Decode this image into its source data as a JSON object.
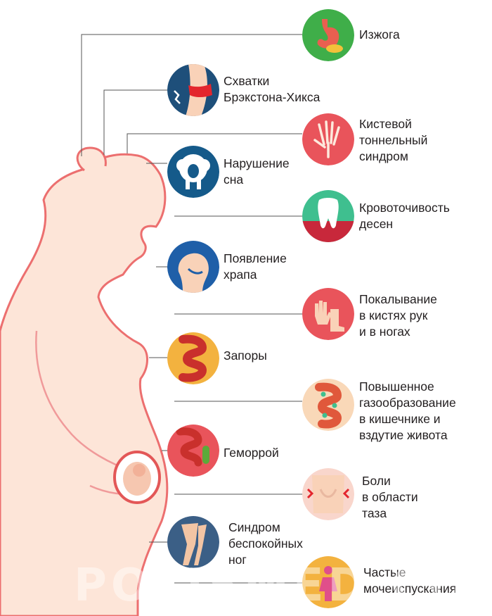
{
  "watermark": "POLISMED.COM",
  "symptoms": [
    {
      "id": "heartburn",
      "label": "Изжога",
      "icon": "stomach-icon",
      "color": "#3fae49"
    },
    {
      "id": "braxton-hicks",
      "label": "Схватки\nБрэкстона-Хикса",
      "icon": "contraction-icon",
      "color": "#1e4f7a"
    },
    {
      "id": "carpal-tunnel",
      "label": "Кистевой\nтоннельный\nсиндром",
      "icon": "hand-bones-icon",
      "color": "#e9545b"
    },
    {
      "id": "sleep-disorder",
      "label": "Нарушение\nсна",
      "icon": "sheep-icon",
      "color": "#155a8a"
    },
    {
      "id": "gum-bleeding",
      "label": "Кровоточивость\nдесен",
      "icon": "tooth-icon",
      "color": "#3fbf8f"
    },
    {
      "id": "snoring",
      "label": "Появление\nхрапа",
      "icon": "head-profile-icon",
      "color": "#1f5fa8"
    },
    {
      "id": "tingling",
      "label": "Покалывание\nв кистях рук\nи в ногах",
      "icon": "hand-foot-icon",
      "color": "#e9545b"
    },
    {
      "id": "constipation",
      "label": "Запоры",
      "icon": "locked-intestine-icon",
      "color": "#f3b23f"
    },
    {
      "id": "bloating",
      "label": "Повышенное\nгазообразование\nв кишечнике и\nвздутие живота",
      "icon": "intestine-gas-icon",
      "color": "#f9d8b8"
    },
    {
      "id": "hemorrhoids",
      "label": "Геморрой",
      "icon": "cactus-icon",
      "color": "#e9545b"
    },
    {
      "id": "pelvic-pain",
      "label": "Боли\nв области\nтаза",
      "icon": "pelvis-icon",
      "color": "#f9d6cc"
    },
    {
      "id": "restless-legs",
      "label": "Синдром\nбеспокойных\nног",
      "icon": "legs-icon",
      "color": "#3b5f86"
    },
    {
      "id": "frequent-urination",
      "label": "Частые\nмочеиспускания",
      "icon": "woman-bladder-icon",
      "color": "#f3b23f"
    }
  ]
}
